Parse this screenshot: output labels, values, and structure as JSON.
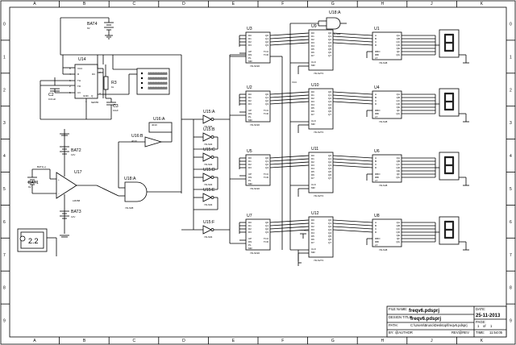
{
  "border": {
    "columns": [
      "A",
      "B",
      "C",
      "D",
      "E",
      "F",
      "G",
      "H",
      "J",
      "K"
    ],
    "rows": [
      "0",
      "1",
      "2",
      "3",
      "4",
      "5",
      "6",
      "7",
      "8",
      "9"
    ]
  },
  "components": {
    "bat4": {
      "ref": "BAT4",
      "value": "9V"
    },
    "u14": {
      "ref": "U14",
      "part": "NE555",
      "pins": {
        "p8": "8",
        "p4": "4",
        "p6": "6",
        "p2": "2",
        "p5": "5",
        "p1": "1",
        "p3": "3",
        "p7": "7",
        "vcc": "VCC",
        "r": "R",
        "dc": "DC",
        "th": "TH",
        "tr": "TR",
        "cv": "CV",
        "gnd": "GND",
        "q": "Q"
      }
    },
    "r3": {
      "ref": "R3",
      "value": "1k"
    },
    "c2": {
      "ref": "C2",
      "value": "0.01uF"
    },
    "c3": {
      "ref": "C3",
      "value": "10uF"
    },
    "u16a": {
      "ref": "U16:A",
      "part": "4010"
    },
    "u16b": {
      "ref": "U16:B",
      "part": "4010"
    },
    "u18a": {
      "ref": "U18:A",
      "part": "74LS08"
    },
    "u18a_top": {
      "ref": "U18:A",
      "part": "74LS08"
    },
    "u17": {
      "ref": "U17",
      "part": "LM358"
    },
    "bat1": {
      "ref": "BAT1",
      "value": "9V"
    },
    "bat1_label": "BAT1(+)",
    "bat2": {
      "ref": "BAT2",
      "value": "12V"
    },
    "bat3": {
      "ref": "BAT3",
      "value": "12V"
    },
    "u15": [
      {
        "ref": "U15:A",
        "part": "74LS04"
      },
      {
        "ref": "U15:B",
        "part": "74LS04"
      },
      {
        "ref": "U15:C",
        "part": "74LS04"
      },
      {
        "ref": "U15:D",
        "part": "74LS04"
      },
      {
        "ref": "U15:E",
        "part": "74LS04"
      },
      {
        "ref": "U15:F",
        "part": "74LS04"
      }
    ],
    "counters": [
      {
        "ref": "U3",
        "part": "74LS190"
      },
      {
        "ref": "U2",
        "part": "74LS190"
      },
      {
        "ref": "U5",
        "part": "74LS190"
      },
      {
        "ref": "U7",
        "part": "74LS190"
      }
    ],
    "counter_pins": {
      "left": [
        "D0",
        "D1",
        "D2",
        "D3",
        "",
        "UP",
        "DN",
        "PL",
        "MR"
      ],
      "right": [
        "Q0",
        "Q1",
        "Q2",
        "Q3",
        "",
        "TCU",
        "TCD"
      ]
    },
    "latches": [
      {
        "ref": "U9",
        "part": "74LS273"
      },
      {
        "ref": "U10",
        "part": "74LS273"
      },
      {
        "ref": "U11",
        "part": "74LS273"
      },
      {
        "ref": "U12",
        "part": "74LS273"
      }
    ],
    "latch_pins": {
      "left": [
        "D0",
        "D1",
        "D2",
        "D3",
        "D4",
        "D5",
        "D6",
        "D7",
        "",
        "CLK",
        "MR"
      ],
      "right": [
        "Q0",
        "Q1",
        "Q2",
        "Q3",
        "Q4",
        "Q5",
        "Q6",
        "Q7"
      ]
    },
    "decoders": [
      {
        "ref": "U1",
        "part": "74LS48"
      },
      {
        "ref": "U4",
        "part": "74LS48"
      },
      {
        "ref": "U6",
        "part": "74LS48"
      },
      {
        "ref": "U8",
        "part": "74LS48"
      }
    ],
    "decoder_pins": {
      "left": [
        "A",
        "B",
        "C",
        "D",
        "",
        "RBO",
        "RBI",
        "LT"
      ],
      "right": [
        "QA",
        "QB",
        "QC",
        "QD",
        "QE",
        "QF",
        "QG"
      ]
    },
    "vcc_label": "VCC"
  },
  "title_block": {
    "file_name_label": "FILE NAME:",
    "file_name": "freqv6.pdsprj",
    "design_title_label": "DESIGN TITLE:",
    "design_title": "freqv6.pdsprj",
    "path_label": "PATH:",
    "path": "C:\\Users\\Bruno\\Desktop\\freqv6.pdsprj",
    "by_label": "BY:",
    "by": "@AUTHOR",
    "rev_label": "REV:",
    "rev": "@REV",
    "date_label": "DATE:",
    "date": "25-11-2013",
    "page_label": "PAGE:",
    "page": "1",
    "page_of": "of",
    "page_total": "1",
    "time_label": "TIME:",
    "time": "11:54:05"
  }
}
